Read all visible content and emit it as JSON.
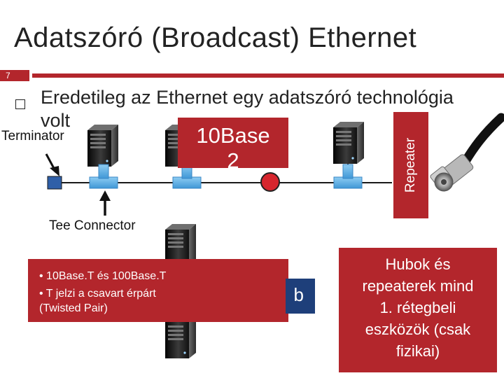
{
  "slide": {
    "title": "Adatszóró (Broadcast) Ethernet",
    "number": "7"
  },
  "bullet": {
    "line1": "Eredetileg az Ethernet egy adatszóró technológia",
    "line2": "volt"
  },
  "labels": {
    "terminator": "Terminator",
    "tee_connector": "Tee Connector",
    "ten_base_line1": "10Base",
    "ten_base_line2": "2",
    "repeater": "Repeater",
    "hub": "b"
  },
  "info_box": {
    "items": [
      "• 10Base.T és 100Base.T",
      "• T jelzi a csavart érpárt",
      "   (Twisted Pair)"
    ]
  },
  "callout": {
    "lines": [
      "Hubok és",
      "repeaterek mind",
      "1. rétegbeli",
      "eszközök (csak",
      "fizikai)"
    ]
  },
  "icons": [
    "server-tower-icon",
    "tee-connector-icon",
    "terminator-icon",
    "repeater-node-icon",
    "coax-cable-icon",
    "arrow-up-icon"
  ],
  "colors": {
    "accent": "#b3262c",
    "hub_blue": "#1e3f7a",
    "tee_blue": "#5aaee6",
    "terminator_blue": "#2f5fa8",
    "text": "#222222"
  }
}
